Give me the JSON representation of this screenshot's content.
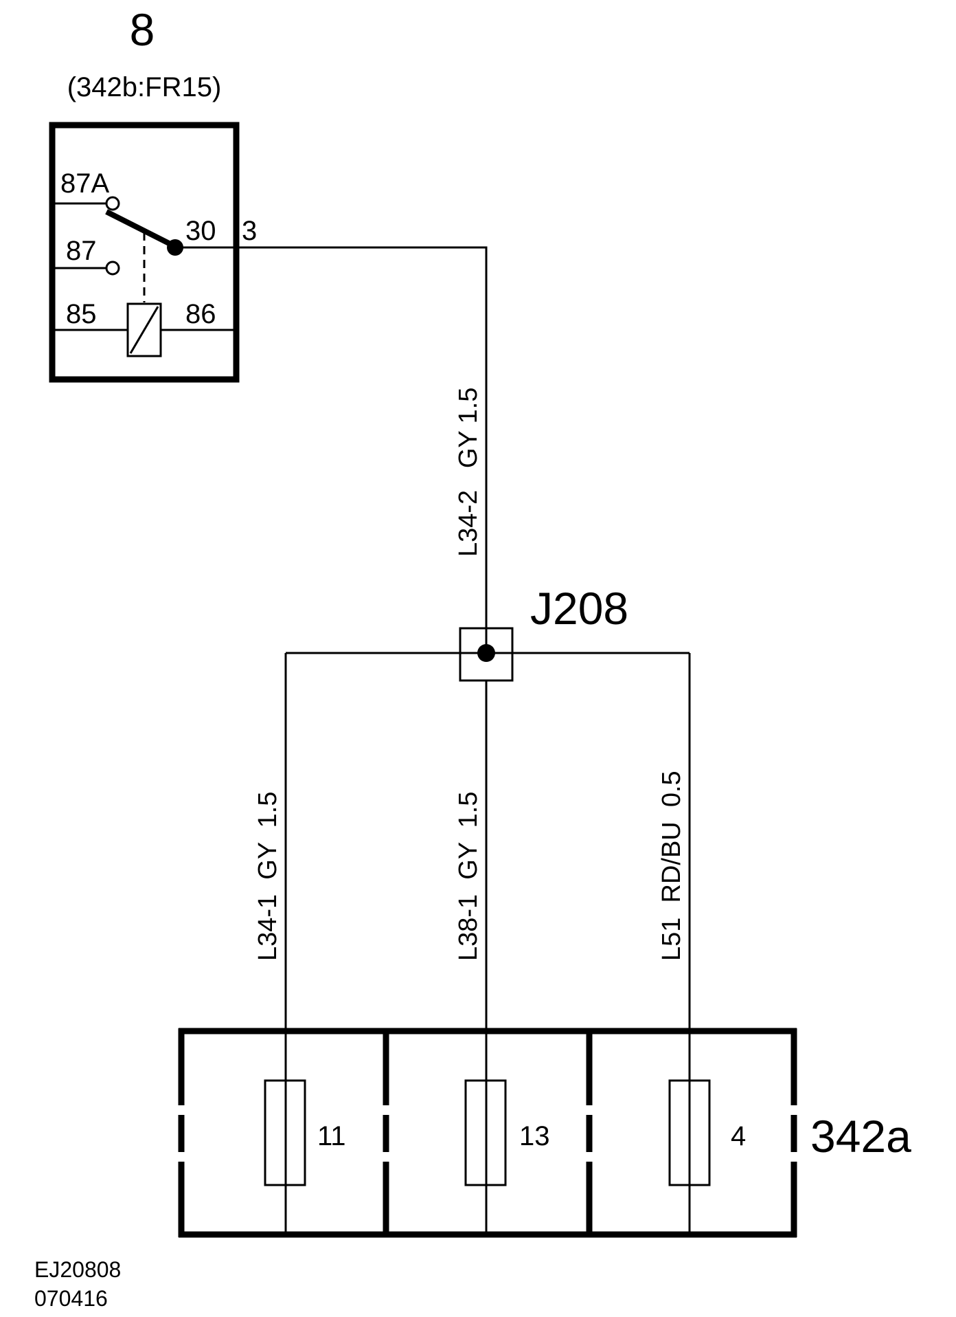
{
  "relay": {
    "number": "8",
    "location": "(342b:FR15)",
    "pins": {
      "p87A": "87A",
      "p87": "87",
      "p30": "30",
      "p85": "85",
      "p86": "86"
    },
    "output_pin": "3"
  },
  "splice": {
    "name": "J208"
  },
  "wires": {
    "top": "L34-2   GY 1.5",
    "left": "L34-1  GY  1.5",
    "middle": "L38-1  GY  1.5",
    "right": "L51  RD/BU  0.5"
  },
  "fuse_box": {
    "name": "342a",
    "fuses": [
      "11",
      "13",
      "4"
    ]
  },
  "footer": {
    "code": "EJ20808",
    "date": "070416"
  }
}
